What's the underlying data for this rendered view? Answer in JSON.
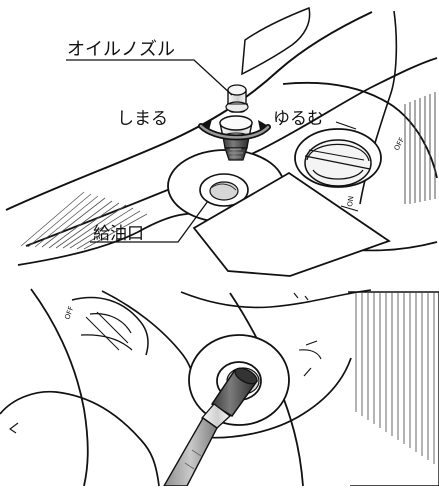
{
  "labels": {
    "nozzle": "オイルノズル",
    "tighten": "しまる",
    "loosen": "ゆるむ",
    "filler": "給油口"
  },
  "switch_labels": {
    "off_top": "OFF",
    "on_top": "ON",
    "off_bottom": "OFF"
  },
  "colors": {
    "ink": "#111111",
    "gray": "#8c8c8c",
    "light_gray": "#cfcfcf"
  },
  "icons": {
    "rotation_arrow": "curved-double-arrow-icon"
  }
}
